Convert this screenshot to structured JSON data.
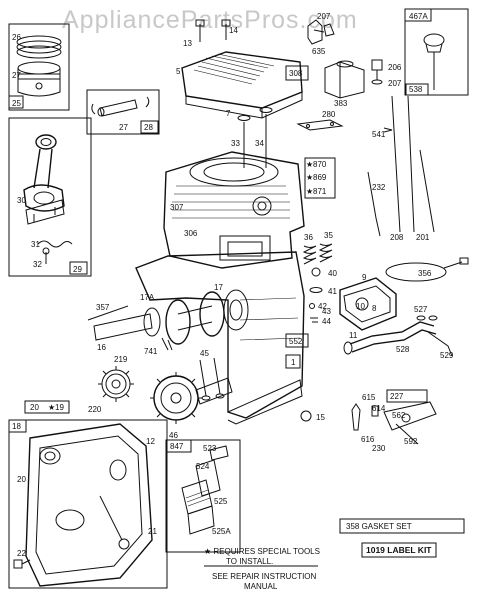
{
  "watermark": "AppliancePartsPros.com",
  "labels": {
    "l26": "26",
    "l27a": "27",
    "l25": "25",
    "l27b": "27",
    "l28": "28",
    "l30": "30",
    "l31": "31",
    "l32": "32",
    "l29": "29",
    "l13": "13",
    "l14": "14",
    "l5": "5",
    "l308": "308",
    "l207a": "207",
    "l635": "635",
    "l383": "383",
    "l467a": "467A",
    "l206": "206",
    "l207b": "207",
    "l538": "538",
    "l280": "280",
    "l7": "7",
    "l33": "33",
    "l34": "34",
    "l541": "541",
    "l870": "870",
    "l869": "869",
    "l871": "871",
    "l307": "307",
    "l306": "306",
    "l36": "36",
    "l35": "35",
    "l232": "232",
    "l208": "208",
    "l201": "201",
    "l356": "356",
    "l40": "40",
    "l41": "41",
    "l42": "42",
    "l43": "43",
    "l44": "44",
    "l9": "9",
    "l10": "10",
    "l8": "8",
    "l527": "527",
    "l11": "11",
    "l528": "528",
    "l529": "529",
    "l357": "357",
    "l17a": "17A",
    "l17": "17",
    "l16": "16",
    "l741": "741",
    "l45": "45",
    "l219": "219",
    "l220": "220",
    "l552": "552",
    "l1": "1",
    "l15": "15",
    "l615": "615",
    "l614": "614",
    "l227": "227",
    "l562": "562",
    "l616": "616",
    "l230": "230",
    "l592": "592",
    "l20": "20",
    "l19": "19",
    "l18": "18",
    "l12": "12",
    "l20b": "20",
    "l21": "21",
    "l22": "22",
    "l46": "46",
    "l847": "847",
    "l523": "523",
    "l524": "524",
    "l525": "525",
    "l525a": "525A"
  },
  "notes": {
    "gasket_set": "358 GASKET SET",
    "label_kit": "1019 LABEL KIT",
    "special_tools_1": "★ REQUIRES SPECIAL TOOLS",
    "special_tools_2": "TO INSTALL.",
    "repair_1": "SEE REPAIR INSTRUCTION",
    "repair_2": "MANUAL",
    "star_19": "★",
    "star_870": "★",
    "star_869": "★",
    "star_871": "★"
  }
}
